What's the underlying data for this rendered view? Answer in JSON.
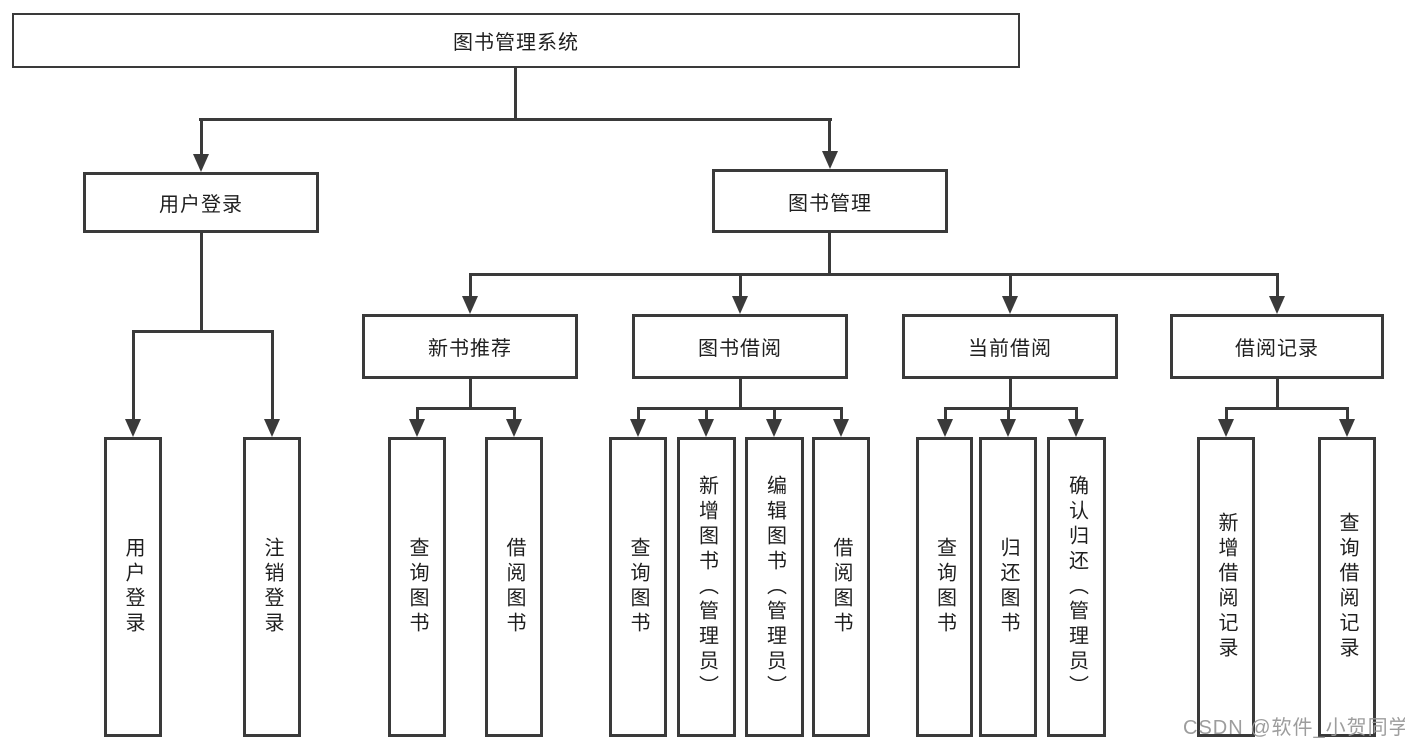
{
  "diagram_title": "图书管理系统",
  "nodes": {
    "root": "图书管理系统",
    "user_login": "用户登录",
    "book_mgmt": "图书管理",
    "new_book_rec": "新书推荐",
    "book_borrow": "图书借阅",
    "current_borrow": "当前借阅",
    "borrow_record": "借阅记录",
    "leaf_user_login": "用户登录",
    "leaf_logout": "注销登录",
    "leaf_query_book_rec": "查询图书",
    "leaf_borrow_book_rec": "借阅图书",
    "leaf_query_book_borrow": "查询图书",
    "leaf_add_book": "新增图书（管理员）",
    "leaf_edit_book": "编辑图书（管理员）",
    "leaf_borrow_book_borrow": "借阅图书",
    "leaf_query_book_current": "查询图书",
    "leaf_return_book": "归还图书",
    "leaf_confirm_return": "确认归还（管理员）",
    "leaf_add_borrow_record": "新增借阅记录",
    "leaf_query_borrow_record": "查询借阅记录"
  },
  "structure": {
    "图书管理系统": [
      "用户登录",
      "图书管理"
    ],
    "用户登录": [
      "用户登录",
      "注销登录"
    ],
    "图书管理": [
      "新书推荐",
      "图书借阅",
      "当前借阅",
      "借阅记录"
    ],
    "新书推荐": [
      "查询图书",
      "借阅图书"
    ],
    "图书借阅": [
      "查询图书",
      "新增图书（管理员）",
      "编辑图书（管理员）",
      "借阅图书"
    ],
    "当前借阅": [
      "查询图书",
      "归还图书",
      "确认归还（管理员）"
    ],
    "借阅记录": [
      "新增借阅记录",
      "查询借阅记录"
    ]
  },
  "watermark": "CSDN @软件_小贺同学",
  "colors": {
    "line": "#3a3a3a",
    "text": "#1f1f1f",
    "background": "#ffffff",
    "watermark": "#989898"
  }
}
